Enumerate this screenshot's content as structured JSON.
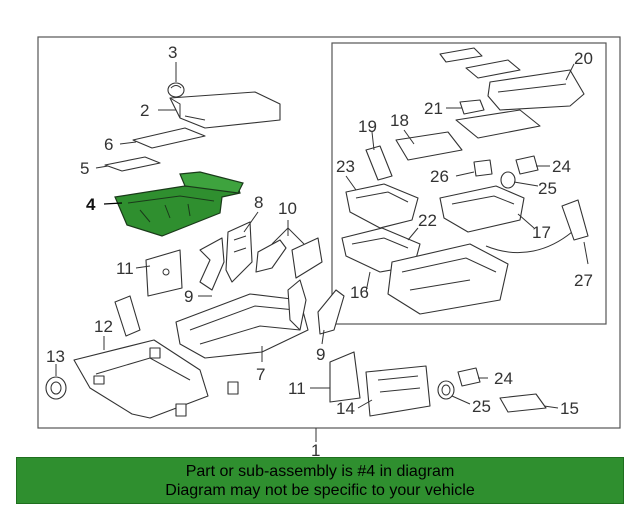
{
  "diagram": {
    "highlight_color": "#2f8f2f",
    "callouts": {
      "c1": "1",
      "c2": "2",
      "c3": "3",
      "c4": "4",
      "c5": "5",
      "c6": "6",
      "c7": "7",
      "c8": "8",
      "c9a": "9",
      "c9b": "9",
      "c10": "10",
      "c11a": "11",
      "c11b": "11",
      "c12": "12",
      "c13": "13",
      "c14": "14",
      "c15": "15",
      "c16": "16",
      "c17": "17",
      "c18": "18",
      "c19": "19",
      "c20": "20",
      "c21": "21",
      "c22": "22",
      "c23": "23",
      "c24a": "24",
      "c24b": "24",
      "c25a": "25",
      "c25b": "25",
      "c26": "26",
      "c27": "27"
    }
  },
  "banner": {
    "line1": "Part or sub-assembly is #4 in diagram",
    "line2": "Diagram may not be specific to your vehicle",
    "background": "#2f8f2f"
  }
}
